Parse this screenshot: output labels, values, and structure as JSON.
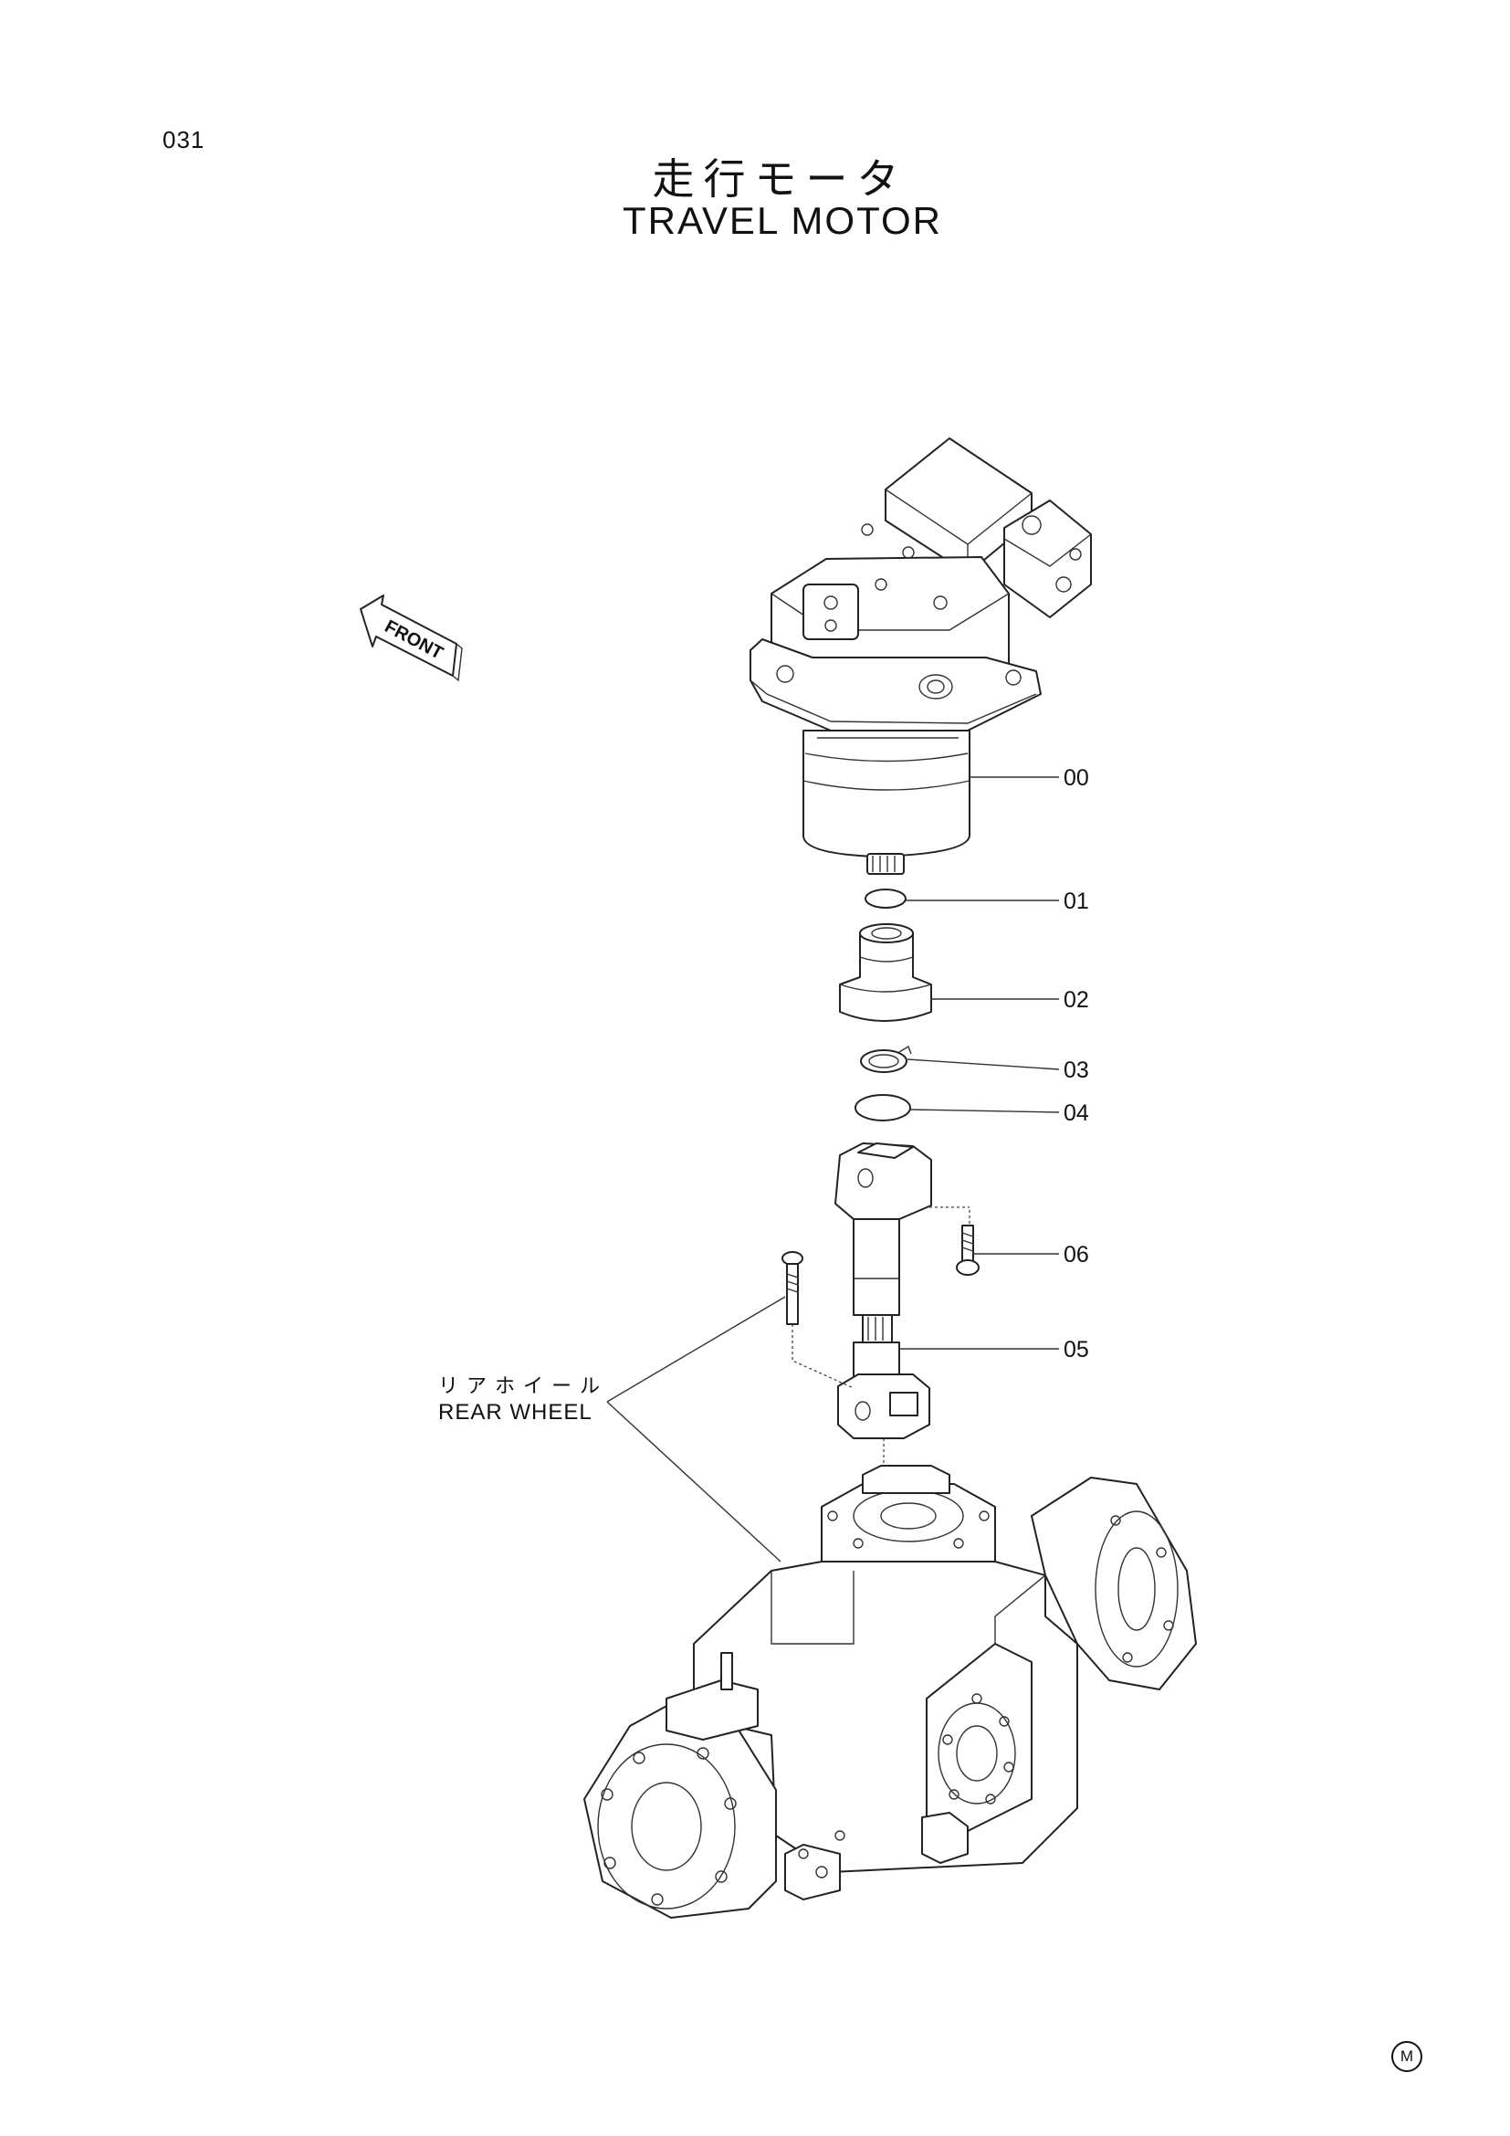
{
  "page_number": "031",
  "title_jp": "走行モータ",
  "title_en": "TRAVEL MOTOR",
  "front_arrow_label": "FRONT",
  "rear_wheel_label_jp": "リアホイール",
  "rear_wheel_label_en": "REAR WHEEL",
  "callouts": [
    "00",
    "01",
    "02",
    "03",
    "04",
    "06",
    "05"
  ],
  "corner_mark": "M"
}
